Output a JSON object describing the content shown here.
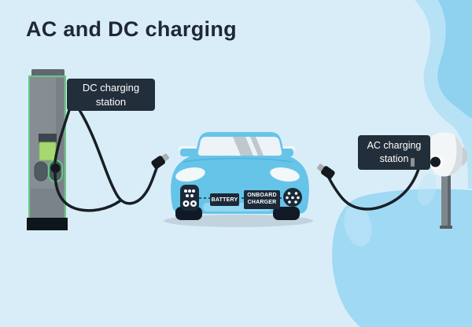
{
  "title": "AC and DC charging",
  "diagram": {
    "dc_station": {
      "label": "DC charging station"
    },
    "ac_station": {
      "label": "AC charging station"
    },
    "car": {
      "battery_label": "BATTERY",
      "onboard_charger_label": "ONBOARD CHARGER"
    }
  },
  "icons": {
    "dc_car_port": "ccs-combo-port-icon",
    "ac_car_port": "type2-port-icon",
    "dc_cable_plug": "charging-plug-icon",
    "ac_cable_plug": "charging-plug-icon"
  },
  "colors": {
    "background": "#d9edf9",
    "wave_light": "#b7e2f5",
    "wave_dark": "#8ed2f0",
    "wave_blob": "#9fd9f3",
    "label_box": "#222e3a",
    "title_text": "#1f2833",
    "car_body": "#66c4e9",
    "station_gray": "#868e94",
    "station_green_trim": "#66c883",
    "screen_green": "#a5d86f",
    "cable_black": "#191f24",
    "text_on_dark": "#ffffff"
  }
}
